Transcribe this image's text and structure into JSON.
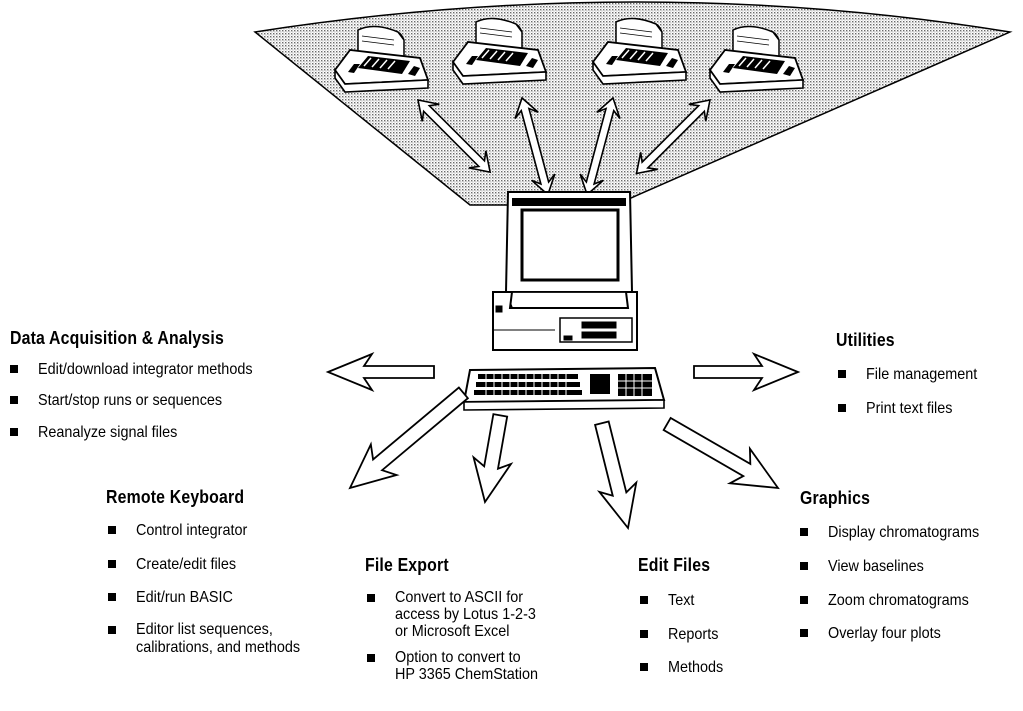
{
  "sections": {
    "data_acquisition": {
      "heading": "Data Acquisition & Analysis",
      "items": [
        "Edit/download integrator methods",
        "Start/stop runs or sequences",
        "Reanalyze signal files"
      ]
    },
    "utilities": {
      "heading": "Utilities",
      "items": [
        "File management",
        "Print text files"
      ]
    },
    "remote_keyboard": {
      "heading": "Remote Keyboard",
      "items": [
        "Control integrator",
        "Create/edit files",
        "Edit/run BASIC",
        "Editor list sequences,\ncalibrations, and methods"
      ]
    },
    "file_export": {
      "heading": "File Export",
      "items": [
        "Convert to ASCII for\naccess by Lotus 1-2-3\nor Microsoft Excel",
        "Option to convert to\nHP 3365 ChemStation"
      ]
    },
    "edit_files": {
      "heading": "Edit Files",
      "items": [
        "Text",
        "Reports",
        "Methods"
      ]
    },
    "graphics": {
      "heading": "Graphics",
      "items": [
        "Display chromatograms",
        "View baselines",
        "Zoom chromatograms",
        "Overlay four plots"
      ]
    }
  },
  "icons": {
    "integrators": [
      "integrator-icon",
      "integrator-icon",
      "integrator-icon",
      "integrator-icon"
    ],
    "computer": "desktop-computer-icon",
    "keyboard": "keyboard-icon"
  }
}
